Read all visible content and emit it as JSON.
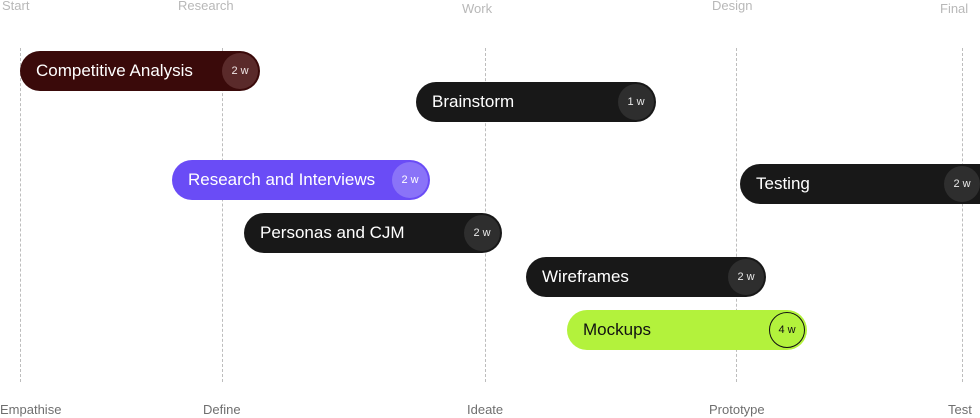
{
  "phases_top": [
    "Start",
    "Research",
    "Work",
    "Design",
    "Final"
  ],
  "phases_bottom": [
    "Empathise",
    "Define",
    "Ideate",
    "Prototype",
    "Test"
  ],
  "tasks": [
    {
      "label": "Competitive Analysis",
      "duration": "2 w",
      "style": "maroon"
    },
    {
      "label": "Brainstorm",
      "duration": "1 w",
      "style": "dark"
    },
    {
      "label": "Research and Interviews",
      "duration": "2 w",
      "style": "purple"
    },
    {
      "label": "Testing",
      "duration": "2 w",
      "style": "dark"
    },
    {
      "label": "Personas and CJM",
      "duration": "2 w",
      "style": "dark"
    },
    {
      "label": "Wireframes",
      "duration": "2 w",
      "style": "dark"
    },
    {
      "label": "Mockups",
      "duration": "4 w",
      "style": "lime"
    }
  ],
  "colors": {
    "dark": "#181818",
    "maroon": "#3a0a0a",
    "purple": "#6a4cf6",
    "lime": "#b3f23c"
  }
}
